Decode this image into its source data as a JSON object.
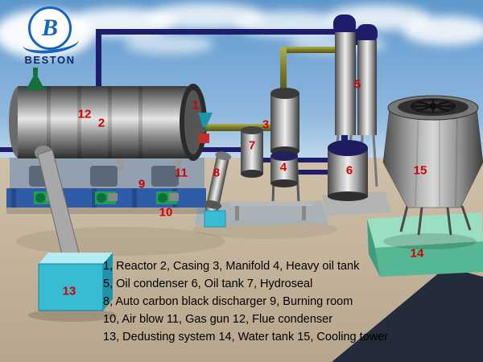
{
  "logo": {
    "monogram": "B",
    "brand": "BESTON"
  },
  "markers": [
    {
      "num": "1",
      "name": "Reactor"
    },
    {
      "num": "2",
      "name": "Casing"
    },
    {
      "num": "3",
      "name": "Manifold"
    },
    {
      "num": "4",
      "name": "Heavy oil tank"
    },
    {
      "num": "5",
      "name": "Oil condenser"
    },
    {
      "num": "6",
      "name": "Oil tank"
    },
    {
      "num": "7",
      "name": "Hydroseal"
    },
    {
      "num": "8",
      "name": "Auto carbon black discharger"
    },
    {
      "num": "9",
      "name": "Burning room"
    },
    {
      "num": "10",
      "name": "Air blow"
    },
    {
      "num": "11",
      "name": "Gas gun"
    },
    {
      "num": "12",
      "name": "Flue condenser"
    },
    {
      "num": "13",
      "name": "Dedusting system"
    },
    {
      "num": "14",
      "name": "Water tank"
    },
    {
      "num": "15",
      "name": "Cooling tower"
    }
  ],
  "legend": {
    "lines": [
      "1, Reactor 2, Casing 3, Manifold 4, Heavy oil tank",
      "5, Oil condenser 6, Oil tank 7, Hydroseal",
      "8, Auto  carbon black discharger 9, Burning room",
      "10, Air blow 11, Gas gun 12, Flue condenser",
      "13, Dedusting system 14, Water tank 15, Cooling tower"
    ]
  },
  "colors": {
    "sky": "#5e97cc",
    "ground": "#c7b79f",
    "pipe_navy": "#1d1d6a",
    "pipe_olive": "#8f8f2e",
    "marker_red": "#d40000",
    "water_tank_green": "#55b793",
    "dedusting_cyan": "#38bcd2",
    "logo_blue": "#1464c0"
  }
}
